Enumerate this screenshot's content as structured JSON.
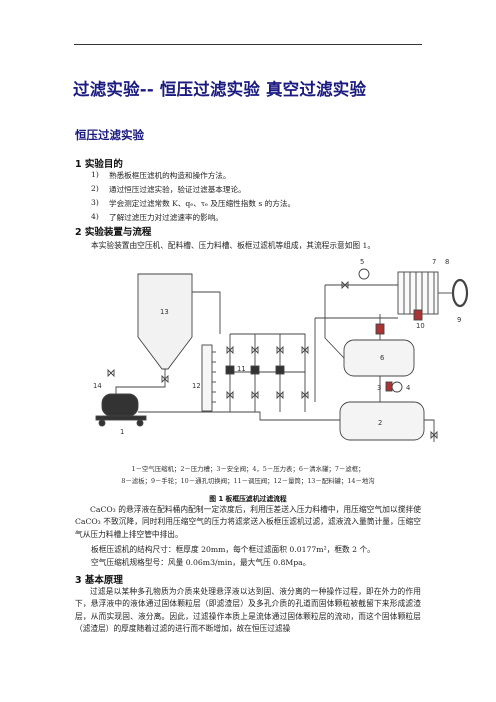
{
  "title": "过滤实验-- 恒压过滤实验  真空过滤实验",
  "section_title": "恒压过滤实验",
  "s1_heading": "1 实验目的",
  "purposes": [
    {
      "num": "1)",
      "text": "熟悉板框压滤机的构造和操作方法。"
    },
    {
      "num": "2)",
      "text": "通过恒压过滤实验，验证过滤基本理论。"
    },
    {
      "num": "3)",
      "text": "学会测定过滤常数 K、qₑ、τₑ 及压缩性指数 s 的方法。"
    },
    {
      "num": "4)",
      "text": "了解过滤压力对过滤速率的影响。"
    }
  ],
  "s2_heading": "2 实验装置与流程",
  "s2_intro": "本实验装置由空压机、配料槽、压力料槽、板框过滤机等组成，其流程示意如图 1。",
  "diagram": {
    "labels": [
      "1",
      "2",
      "3",
      "4",
      "5",
      "6",
      "7",
      "8",
      "9",
      "10",
      "11",
      "12",
      "13",
      "14"
    ],
    "legend_line1": "1－空气压缩机；2－压力槽；3－安全阀；4，5－压力表；6－清水罐；7－滤框；",
    "legend_line2": "8－滤板；9－手轮；10－通孔切换阀；11－调压阀；12－量筒；13－配料罐；14－地沟"
  },
  "figure_caption": "图 1  板框压滤机过滤流程",
  "flow_text": "CaCO₃ 的悬浮液在配料桶内配制一定浓度后，利用压差送入压力料槽中，用压缩空气加以搅拌使 CaCO₃ 不致沉降，同时利用压缩空气的压力将滤浆送入板框压滤机过滤，滤液流入量筒计量，压缩空气从压力料槽上排空管中排出。",
  "spec_line1": "板框压滤机的结构尺寸：框厚度 20mm，每个框过滤面积 0.0177m²，框数 2 个。",
  "spec_line2": "空气压缩机规格型号：风量 0.06m3/min，最大气压 0.8Mpa。",
  "s3_heading": "3 基本原理",
  "principle_text": "过滤是以某种多孔物质为介质来处理悬浮液以达到固、液分离的一种操作过程，即在外力的作用下，悬浮液中的液体通过固体颗粒层（即滤渣层）及多孔介质的孔道而固体颗粒被截留下来形成滤渣层，从而实现固、液分离。因此，过滤操作本质上是流体通过固体颗粒层的流动，而这个固体颗粒层（滤渣层）的厚度随着过滤的进行而不断增加，故在恒压过滤操"
}
